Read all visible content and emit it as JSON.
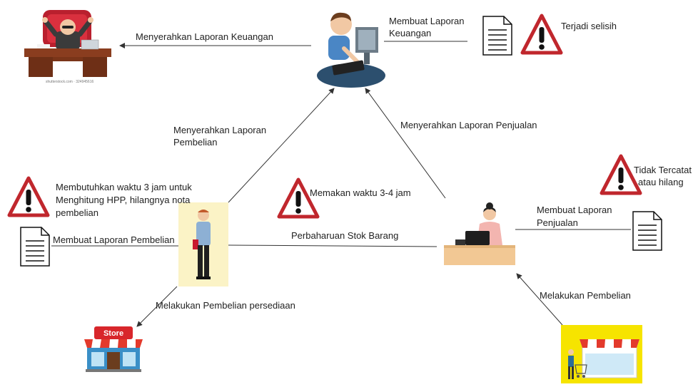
{
  "labels": {
    "keuangan_to_owner": "Menyerahkan Laporan Keuangan",
    "accountant_report_1": "Membuat Laporan",
    "accountant_report_2": "Keuangan",
    "selisih": "Terjadi selisih",
    "pembelian_up_1": "Menyerahkan Laporan",
    "pembelian_up_2": "Pembelian",
    "penjualan_up": "Menyerahkan Laporan Penjualan",
    "warn_3jam_1": "Membutuhkan waktu 3 jam untuk",
    "warn_3jam_2": "Menghitung HPP, hilangnya nota",
    "warn_3jam_3": "pembelian",
    "warn_34jam": "Memakan waktu 3-4 jam",
    "tidak_tercatat_1": "Tidak Tercatat",
    "tidak_tercatat_2": "atau hilang",
    "cashier_report_1": "Membuat Laporan",
    "cashier_report_2": "Penjualan",
    "buyer_report": "Membuat Laporan Pembelian",
    "stok": "Perbaharuan Stok Barang",
    "pembelian_persediaan": "Melakukan Pembelian persediaan",
    "customer_buy": "Melakukan Pembelian",
    "store_sign": "Store",
    "watermark": "shutterstock.com · 324945616"
  },
  "colors": {
    "warning_red": "#c0272d",
    "line": "#333333",
    "buyer_bg": "#fbf3c6",
    "customer_bg": "#f6e400",
    "accountant_platform": "#2c4f6e"
  },
  "icons": [
    "warning-icon",
    "document-icon",
    "owner-icon",
    "accountant-icon",
    "buyer-icon",
    "cashier-icon",
    "store-icon",
    "customer-shop-icon"
  ]
}
